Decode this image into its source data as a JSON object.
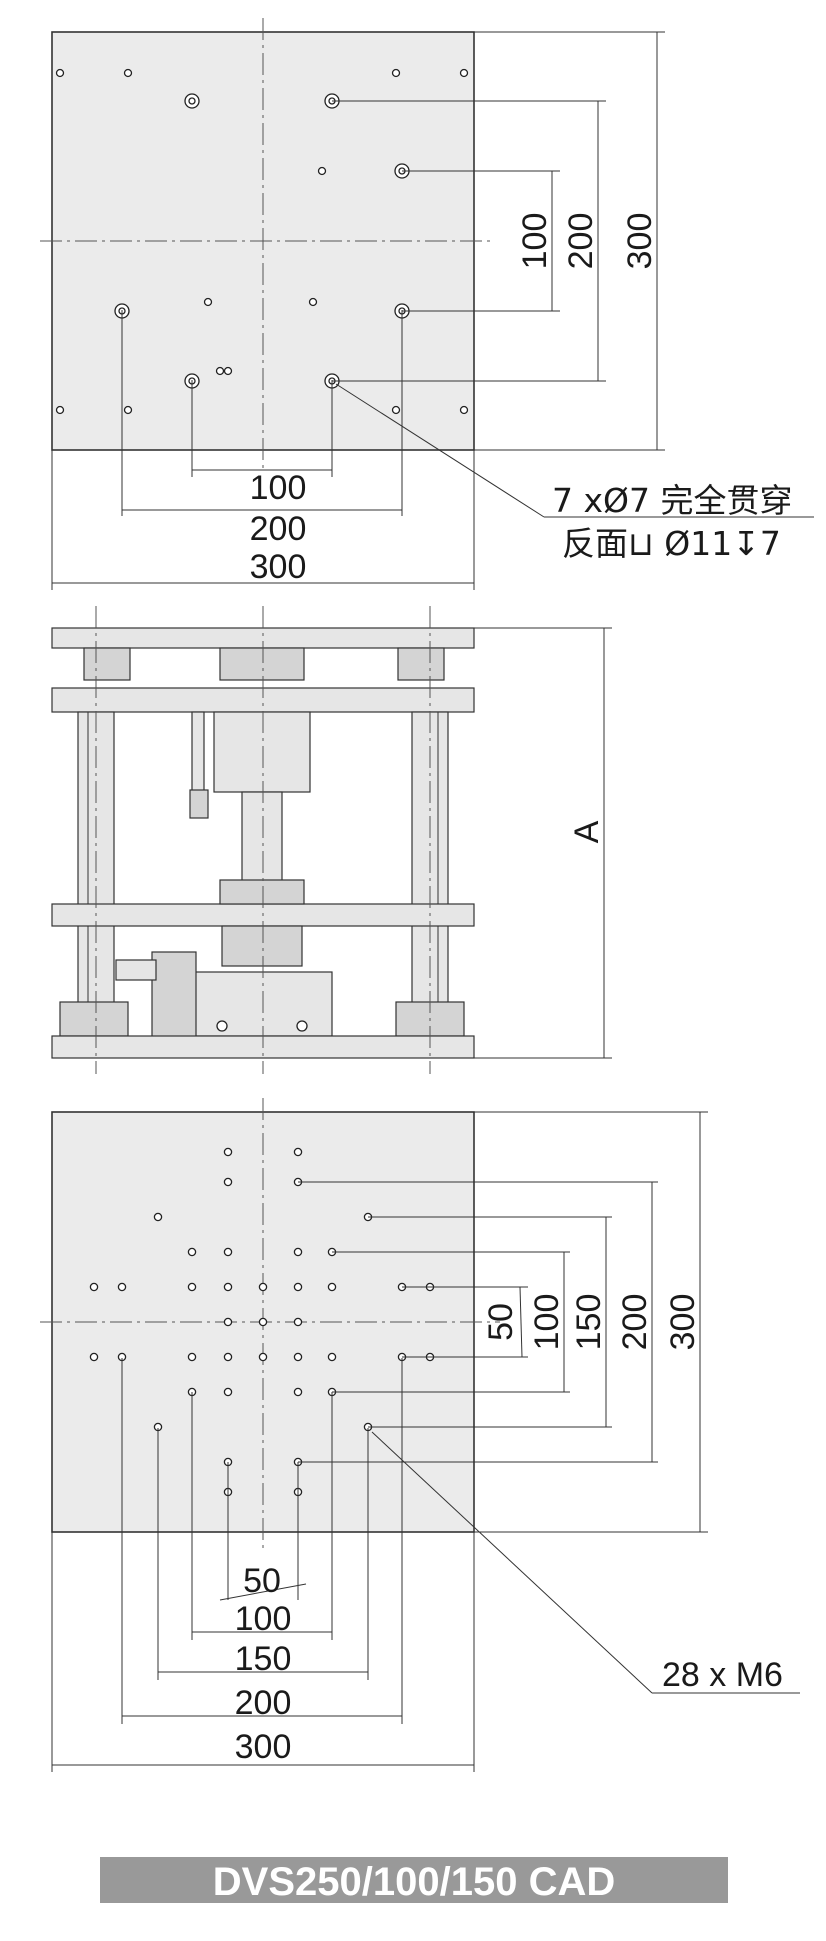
{
  "top_view": {
    "dims_h": [
      "100",
      "200",
      "300"
    ],
    "dims_v": [
      "100",
      "200",
      "300"
    ],
    "callout_line1": "7 xØ7 完全贯穿",
    "callout_line2": "反面⊔ Ø11↧7"
  },
  "side_view": {
    "height_label": "A"
  },
  "bottom_view": {
    "dims_h": [
      "50",
      "100",
      "150",
      "200",
      "300"
    ],
    "dims_v": [
      "50",
      "100",
      "150",
      "200",
      "300"
    ],
    "callout": "28 x M6"
  },
  "footer": {
    "title": "DVS250/100/150 CAD",
    "bg_color": "#999999"
  }
}
